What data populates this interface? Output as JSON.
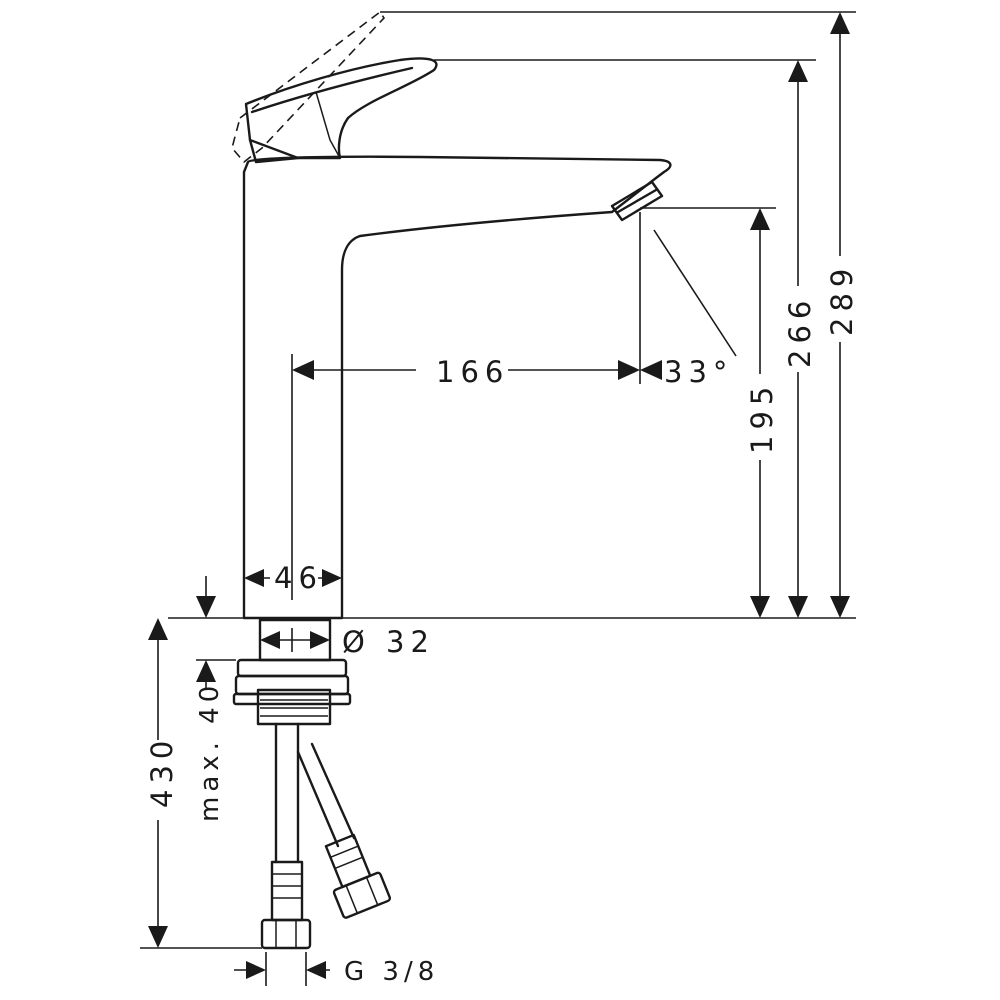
{
  "dimensions": {
    "total_height": "289",
    "handle_height": "266",
    "spout_height": "195",
    "projection": "166",
    "spray_angle": "33°",
    "body_width": "46",
    "hole_diameter": "Ø 32",
    "max_counter_thickness": "max. 40",
    "hose_length": "430",
    "connection_thread": "G 3/8"
  },
  "colors": {
    "line": "#1a1a1a",
    "background": "#ffffff"
  }
}
